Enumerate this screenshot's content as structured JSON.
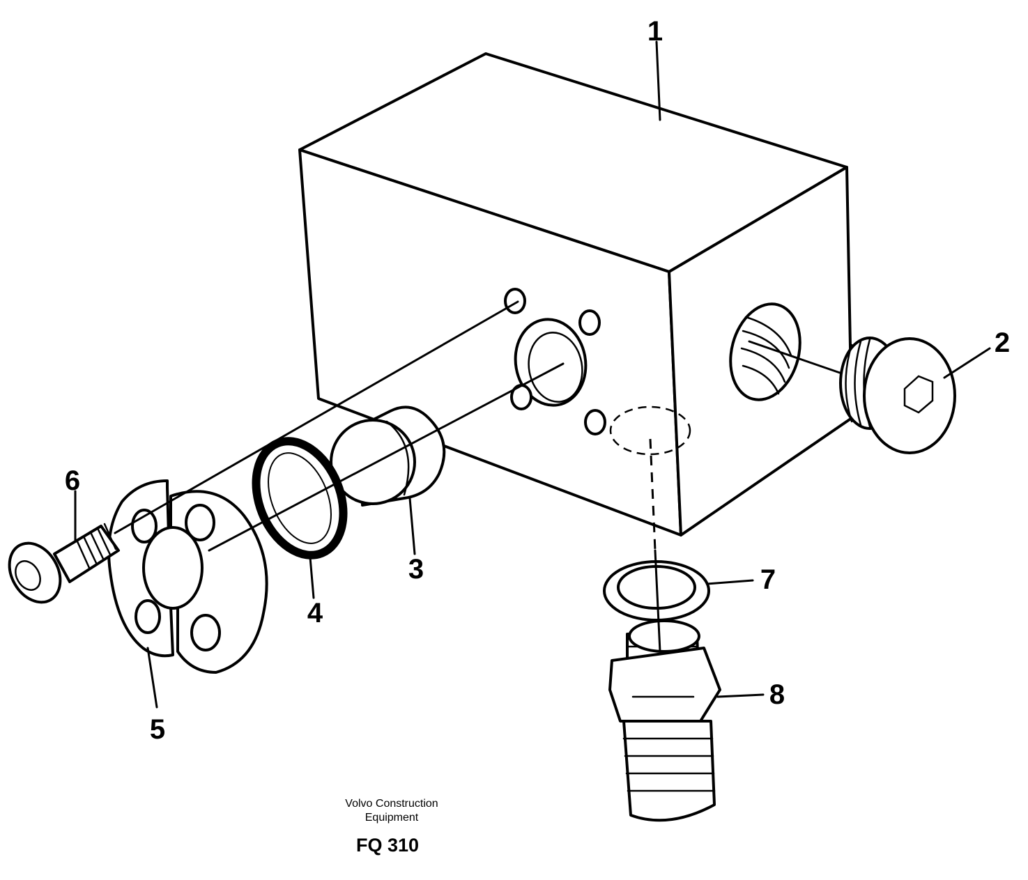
{
  "callouts": {
    "c1": "1",
    "c2": "2",
    "c3": "3",
    "c4": "4",
    "c5": "5",
    "c6": "6",
    "c7": "7",
    "c8": "8"
  },
  "caption": {
    "line1": "Volvo Construction",
    "line2": "Equipment",
    "code": "FQ 310"
  }
}
